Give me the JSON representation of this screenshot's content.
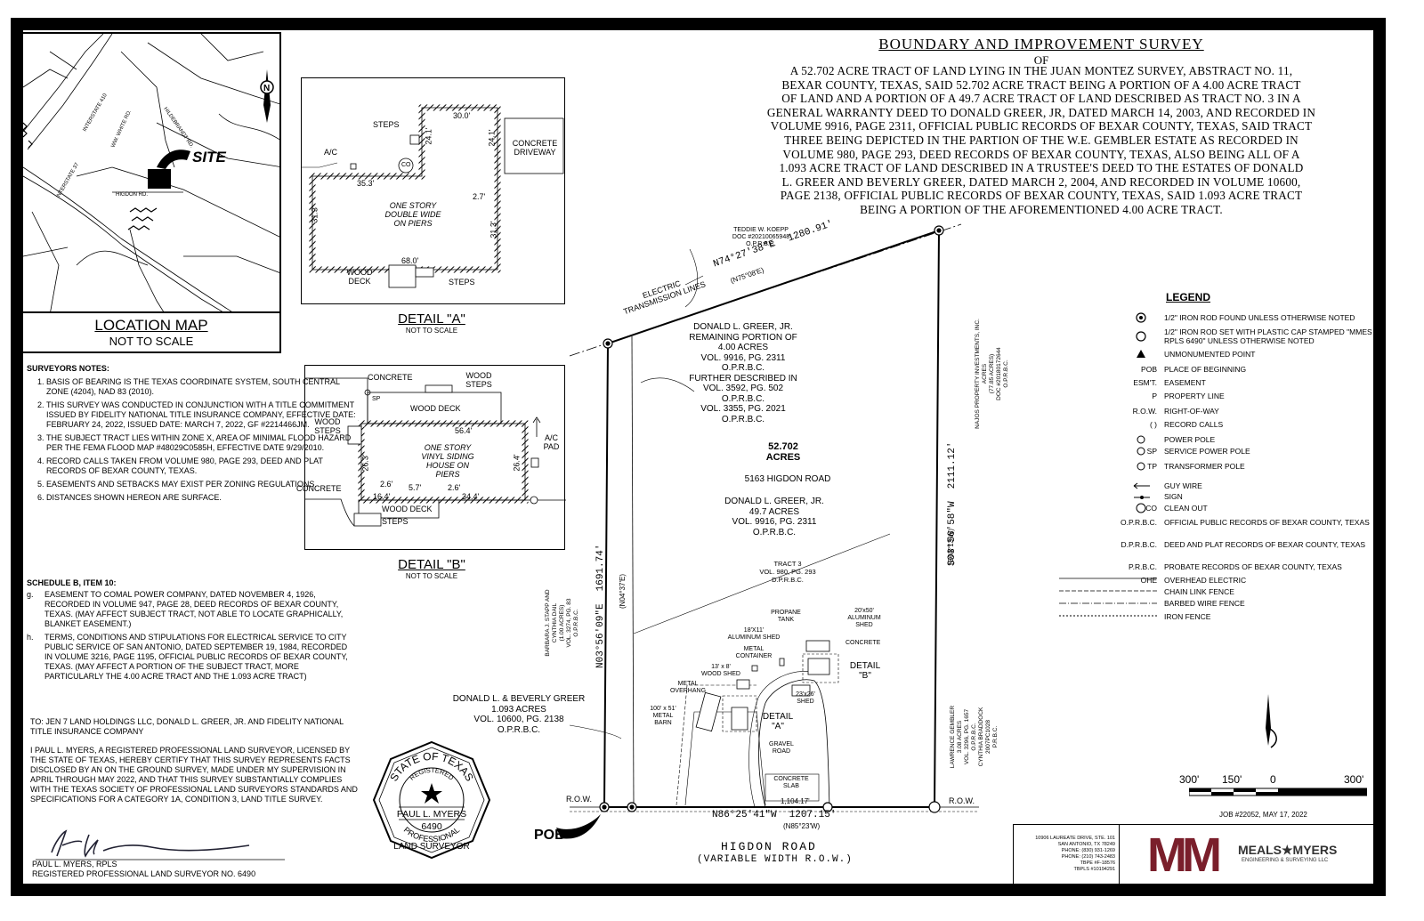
{
  "title": {
    "heading": "BOUNDARY AND IMPROVEMENT SURVEY",
    "of": "OF",
    "description_lines": [
      "A 52.702 ACRE TRACT OF LAND LYING IN THE JUAN MONTEZ SURVEY, ABSTRACT NO. 11,",
      "BEXAR COUNTY, TEXAS, SAID 52.702 ACRE TRACT BEING A PORTION OF A 4.00 ACRE TRACT",
      "OF LAND AND A PORTION OF A 49.7 ACRE TRACT OF LAND DESCRIBED AS TRACT NO. 3 IN A",
      "GENERAL WARRANTY DEED TO DONALD GREER, JR, DATED MARCH 14, 2003, AND RECORDED IN",
      "VOLUME 9916, PAGE 2311, OFFICIAL PUBLIC RECORDS OF BEXAR COUNTY, TEXAS, SAID TRACT",
      "THREE BEING DEPICTED IN THE PARTION OF THE W.E. GEMBLER ESTATE AS RECORDED IN",
      "VOLUME 980, PAGE 293, DEED RECORDS OF BEXAR COUNTY, TEXAS, ALSO BEING ALL OF A",
      "1.093 ACRE TRACT OF LAND DESCRIBED IN A TRUSTEE'S DEED TO THE ESTATES OF DONALD",
      "L. GREER AND BEVERLY GREER, DATED MARCH 2, 2004, AND RECORDED IN VOLUME 10600,",
      "PAGE 2138, OFFICIAL PUBLIC RECORDS OF BEXAR COUNTY, TEXAS, SAID 1.093 ACRE TRACT",
      "BEING A PORTION OF THE AFOREMENTIONED 4.00 ACRE TRACT."
    ]
  },
  "location_map": {
    "title": "LOCATION MAP",
    "subtitle": "NOT TO SCALE",
    "site_label": "SITE",
    "north": "N",
    "roads": [
      "INTERSTATE 410",
      "WW. WHITE RD.",
      "HILDEBRANDT RD.",
      "INTERSTATE 37",
      "HIGDON RD."
    ]
  },
  "detail_a": {
    "title": "DETAIL \"A\"",
    "subtitle": "NOT TO SCALE",
    "labels": [
      "STEPS",
      "A/C",
      "CO",
      "CONCRETE DRIVEWAY",
      "ONE STORY",
      "DOUBLE WIDE",
      "ON PIERS",
      "WOOD DECK",
      "STEPS"
    ],
    "dims": [
      "30.0'",
      "24.1'",
      "24.1'",
      "35.3'",
      "2.7'",
      "31.3'",
      "31.3'",
      "68.0'"
    ]
  },
  "detail_b": {
    "title": "DETAIL \"B\"",
    "subtitle": "NOT TO SCALE",
    "labels": [
      "CONCRETE",
      "WOOD STEPS",
      "SP",
      "WOOD DECK",
      "WOOD STEPS",
      "ONE STORY",
      "VINYL SIDING",
      "HOUSE ON",
      "PIERS",
      "A/C PAD",
      "CONCRETE",
      "WOOD DECK",
      "STEPS"
    ],
    "dims": [
      "56.4'",
      "26.3'",
      "26.4'",
      "2.6'",
      "5.7'",
      "2.6'",
      "16.4'",
      "34.4'"
    ]
  },
  "surveyors_notes": {
    "heading": "SURVEYORS NOTES:",
    "items": [
      "BASIS OF BEARING IS THE TEXAS COORDINATE SYSTEM, SOUTH CENTRAL ZONE (4204), NAD 83 (2010).",
      "THIS SURVEY WAS CONDUCTED IN CONJUNCTION WITH A TITLE COMMITMENT ISSUED BY FIDELITY NATIONAL TITLE INSURANCE COMPANY, EFFECTIVE DATE: FEBRUARY 24, 2022, ISSUED DATE: MARCH 7, 2022, GF #2214466JM.",
      "THE SUBJECT TRACT LIES WITHIN ZONE X, AREA OF MINIMAL FLOOD HAZARD PER THE FEMA FLOOD MAP #48029C0585H, EFFECTIVE DATE 9/29/2010.",
      "RECORD CALLS TAKEN FROM VOLUME 980, PAGE 293, DEED AND PLAT RECORDS OF BEXAR COUNTY, TEXAS.",
      "EASEMENTS AND SETBACKS MAY EXIST PER ZONING REGULATIONS.",
      "DISTANCES SHOWN HEREON ARE SURFACE."
    ]
  },
  "schedule_b": {
    "heading": "SCHEDULE B, ITEM 10:",
    "items": [
      {
        "key": "g.",
        "text": "EASEMENT TO COMAL POWER COMPANY, DATED NOVEMBER 4, 1926, RECORDED IN VOLUME 947, PAGE 28, DEED RECORDS OF BEXAR COUNTY, TEXAS. (MAY AFFECT SUBJECT TRACT, NOT ABLE TO LOCATE GRAPHICALLY, BLANKET EASEMENT.)"
      },
      {
        "key": "h.",
        "text": "TERMS, CONDITIONS AND STIPULATIONS FOR ELECTRICAL SERVICE TO CITY PUBLIC SERVICE OF SAN ANTONIO, DATED SEPTEMBER 19, 1984, RECORDED IN VOLUME 3216, PAGE 1195, OFFICIAL PUBLIC RECORDS OF BEXAR COUNTY, TEXAS. (MAY AFFECT A PORTION OF THE SUBJECT TRACT, MORE PARTICULARLY THE 4.00 ACRE TRACT AND THE 1.093 ACRE TRACT)"
      }
    ]
  },
  "certification": {
    "to": "TO: JEN 7 LAND HOLDINGS LLC, DONALD L. GREER, JR. AND FIDELITY NATIONAL TITLE INSURANCE COMPANY",
    "statement": "I PAUL L. MYERS, A REGISTERED PROFESSIONAL LAND SURVEYOR, LICENSED BY THE STATE OF TEXAS, HEREBY CERTIFY THAT THIS SURVEY REPRESENTS FACTS DISCLOSED BY AN ON THE GROUND SURVEY, MADE UNDER MY SUPERVISION IN APRIL THROUGH MAY 2022, AND THAT THIS SURVEY SUBSTANTIALLY COMPLIES WITH THE TEXAS SOCIETY OF PROFESSIONAL LAND SURVEYORS STANDARDS AND SPECIFICATIONS FOR A CATEGORY 1A, CONDITION 3, LAND TITLE SURVEY.",
    "signer_name": "PAUL L. MYERS, RPLS",
    "signer_title": "REGISTERED PROFESSIONAL LAND SURVEYOR NO. 6490"
  },
  "seal": {
    "top": "STATE OF TEXAS",
    "registered": "REGISTERED",
    "name": "PAUL L. MYERS",
    "number": "6490",
    "bottom1": "PROFESSIONAL",
    "bottom2": "LAND SURVEYOR"
  },
  "plat": {
    "north_bearing": "N74°27'38\"E",
    "north_dist": "1280.91'",
    "north_record": "(N75°08'E)",
    "east_bearing": "S03°56'58\"W",
    "east_dist": "2111.12'",
    "east_record": "(S04°13'W)",
    "south_bearing": "N86°25'41\"W",
    "south_dist": "1207.15'",
    "south_record": "(N85°23'W)",
    "west_bearing": "N03°56'09\"E",
    "west_dist": "1691.74'",
    "west_record": "(N04°37'E)",
    "conc_dist": "1,104.17'",
    "row_left": "R.O.W.",
    "row_right": "R.O.W.",
    "pob": "POB",
    "road_name": "HIGDON ROAD",
    "road_width": "(VARIABLE WIDTH R.O.W.)",
    "electric": [
      "ELECTRIC",
      "TRANSMISSION LINES"
    ],
    "north_owner": [
      "TEDDIE W. KOEPP",
      "DOC #20210065948",
      "O.P.R.B.C."
    ],
    "east_owner": [
      "NAJOS PROPERTY INVESTMENTS, INC.",
      "ACRES",
      "(77.85 ACRES)",
      "DOC #20180172644",
      "O.P.R.B.C."
    ],
    "east_owner2": [
      "LAWRENCE GEMBLER",
      "3.08 ACRES",
      "VOL. 3296, PG. 1657",
      "O.P.R.B.C.",
      "CYNTHIA BRADDOCK",
      "2007PC1028",
      "P.R.B.C."
    ],
    "west_owner": [
      "BARBARA J. STAPP AND",
      "CYNTHIA DAIL",
      "(1.00 ACRES)",
      "VOL. 3274, PG. 83",
      "O.P.R.B.C."
    ],
    "remaining": [
      "DONALD L. GREER, JR.",
      "REMAINING PORTION OF",
      "4.00 ACRES",
      "VOL. 9916, PG. 2311",
      "O.P.R.B.C.",
      "FURTHER DESCRIBED IN",
      "VOL. 3592, PG. 502",
      "O.P.R.B.C.",
      "VOL. 3355, PG. 2021",
      "O.P.R.B.C."
    ],
    "acreage": [
      "52.702",
      "ACRES"
    ],
    "address": "5163 HIGDON ROAD",
    "tract497": [
      "DONALD L. GREER, JR.",
      "49.7 ACRES",
      "VOL. 9916, PG. 2311",
      "O.P.R.B.C."
    ],
    "tract3": [
      "TRACT 3",
      "VOL. 980, PG. 293",
      "D.P.R.B.C."
    ],
    "tract1093": [
      "DONALD L. & BEVERLY GREER",
      "1.093 ACRES",
      "VOL. 10600, PG. 2138",
      "O.P.R.B.C."
    ],
    "improvements": {
      "propane": [
        "PROPANE",
        "TANK"
      ],
      "alum_shed_20": [
        "20'x50'",
        "ALUMINUM",
        "SHED"
      ],
      "concrete": "CONCRETE",
      "alum_shed_18": [
        "18'X11'",
        "ALUMINUM SHED"
      ],
      "metal_container": [
        "METAL",
        "CONTAINER"
      ],
      "wood_shed": [
        "13' x 8'",
        "WOOD SHED"
      ],
      "metal_overhang": [
        "METAL",
        "OVERHANG"
      ],
      "shed_23": [
        "23'x26'",
        "SHED"
      ],
      "metal_barn": [
        "100' x 51'",
        "METAL",
        "BARN"
      ],
      "gravel": [
        "GRAVEL",
        "ROAD"
      ],
      "conc_slab": [
        "CONCRETE",
        "SLAB"
      ],
      "detail_a_ref": [
        "DETAIL",
        "\"A\""
      ],
      "detail_b_ref": [
        "DETAIL",
        "\"B\""
      ]
    }
  },
  "legend": {
    "heading": "LEGEND",
    "items": [
      {
        "sym": "",
        "text": "1/2\" IRON ROD FOUND UNLESS OTHERWISE NOTED"
      },
      {
        "sym": "",
        "text": "1/2\" IRON ROD SET WITH PLASTIC CAP STAMPED \"MMES RPLS 6490\" UNLESS OTHERWISE NOTED"
      },
      {
        "sym": "",
        "text": "UNMONUMENTED POINT"
      },
      {
        "sym": "POB",
        "text": "PLACE OF BEGINNING"
      },
      {
        "sym": "ESM'T.",
        "text": "EASEMENT"
      },
      {
        "sym": "P",
        "text": "PROPERTY LINE"
      },
      {
        "sym": "R.O.W.",
        "text": "RIGHT-OF-WAY"
      },
      {
        "sym": "( )",
        "text": "RECORD CALLS"
      },
      {
        "sym": "",
        "text": "POWER POLE"
      },
      {
        "sym": "SP",
        "text": "SERVICE POWER POLE"
      },
      {
        "sym": "TP",
        "text": "TRANSFORMER POLE"
      },
      {
        "sym": "",
        "text": "GUY WIRE"
      },
      {
        "sym": "",
        "text": "SIGN"
      },
      {
        "sym": "CO",
        "text": "CLEAN OUT"
      },
      {
        "sym": "O.P.R.B.C.",
        "text": "OFFICIAL PUBLIC RECORDS OF BEXAR COUNTY, TEXAS"
      },
      {
        "sym": "D.P.R.B.C.",
        "text": "DEED AND PLAT RECORDS OF BEXAR COUNTY, TEXAS"
      },
      {
        "sym": "P.R.B.C.",
        "text": "PROBATE RECORDS OF BEXAR COUNTY, TEXAS"
      },
      {
        "sym": "OHE",
        "text": "OVERHEAD ELECTRIC"
      },
      {
        "sym": "",
        "text": "CHAIN LINK FENCE"
      },
      {
        "sym": "",
        "text": "BARBED WIRE FENCE"
      },
      {
        "sym": "",
        "text": "IRON FENCE"
      }
    ]
  },
  "scale": {
    "labels": [
      "300'",
      "150'",
      "0",
      "300'"
    ],
    "job": "JOB #22052, MAY 17, 2022"
  },
  "company": {
    "address": [
      "10906 LAUREATE DRIVE, STE. 101",
      "SAN ANTONIO, TX 78249",
      "PHONE: (830) 931-1269",
      "PHONE: (210) 743-2483",
      "TBPE #F-18576",
      "TBPLS #10194291"
    ],
    "logo_text": "MM",
    "name": "MEALS★MYERS",
    "tagline": "ENGINEERING & SURVEYING LLC",
    "logo_color": "#7a1f2b"
  }
}
